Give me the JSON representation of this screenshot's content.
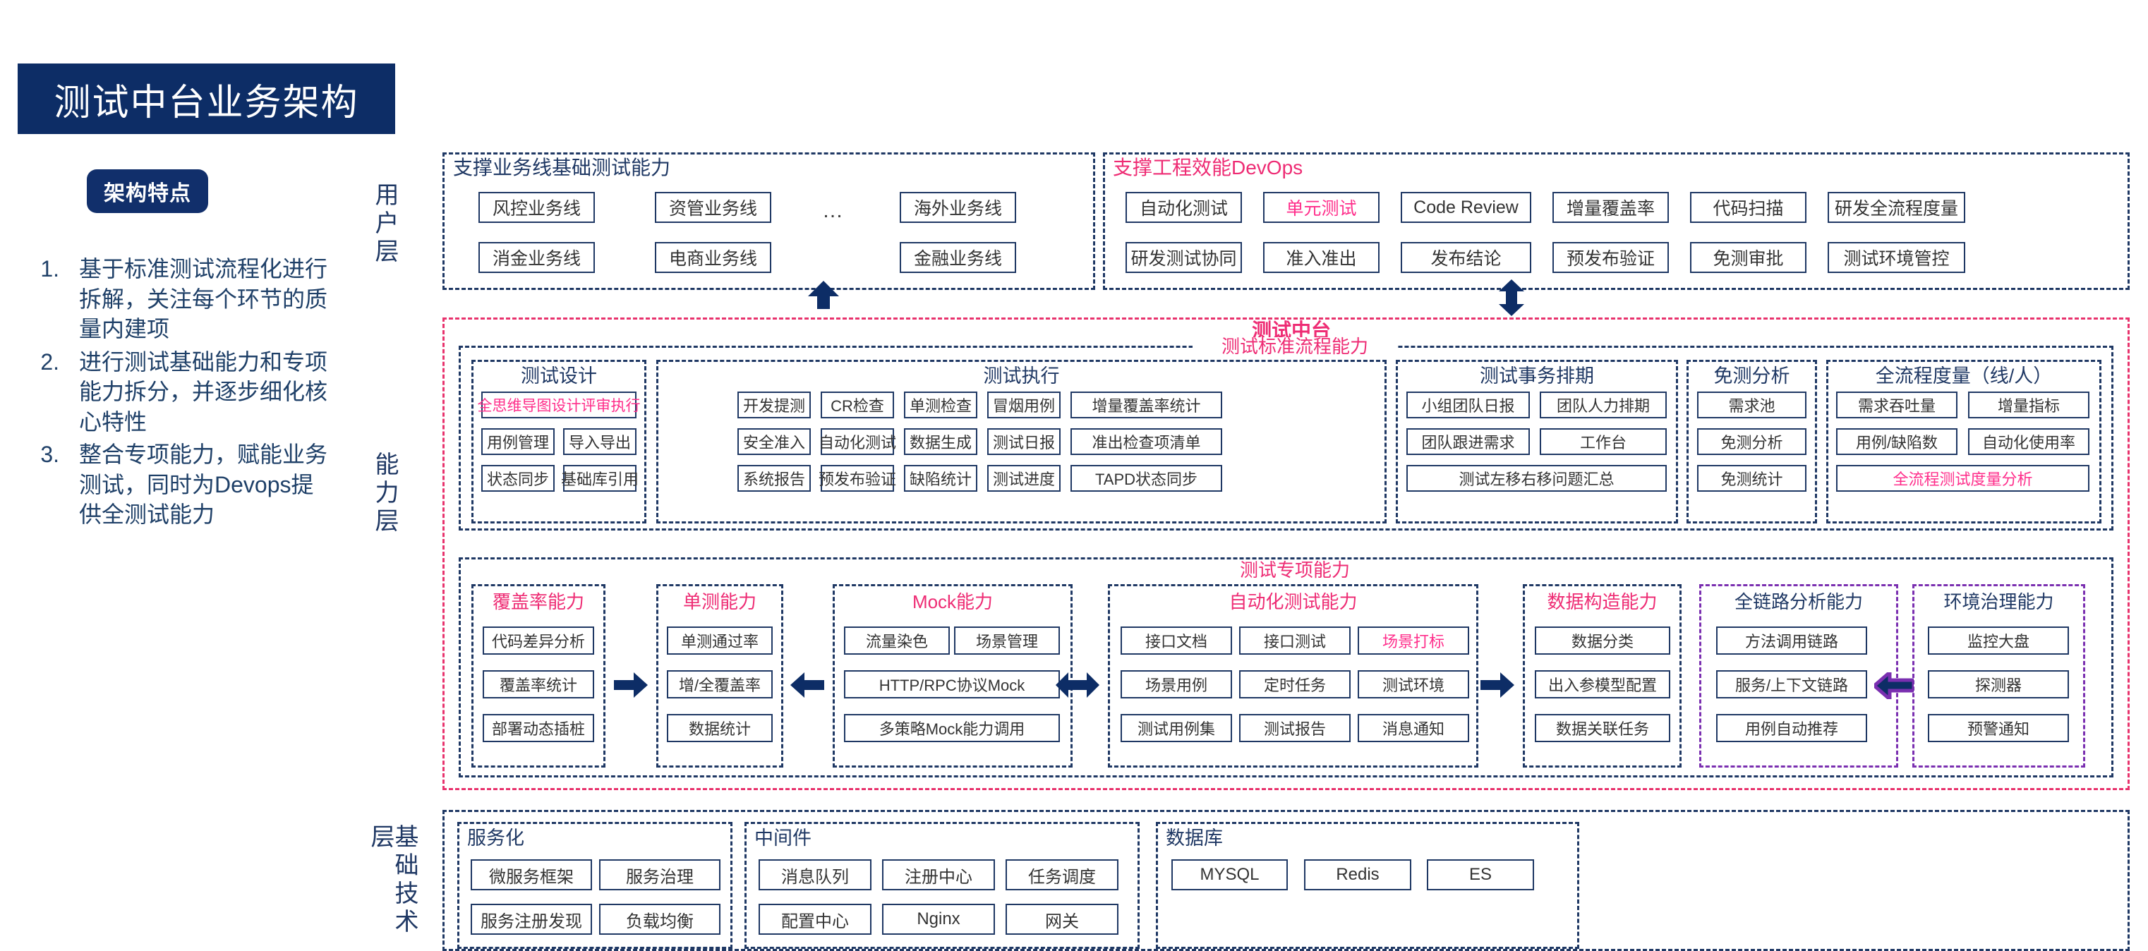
{
  "title": "测试中台业务架构",
  "feature_pill": "架构特点",
  "features": [
    {
      "num": "1.",
      "text": "基于标准测试流程化进行拆解，关注每个环节的质量内建项"
    },
    {
      "num": "2.",
      "text": "进行测试基础能力和专项能力拆分，并逐步细化核心特性"
    },
    {
      "num": "3.",
      "text": "整合专项能力，赋能业务测试，同时为Devops提供全测试能力"
    }
  ],
  "layers": {
    "user": "用户层",
    "ability": "能力层",
    "infra": "基础技术层"
  },
  "user_layer": {
    "business": {
      "title": "支撑业务线基础测试能力",
      "ellipsis": "…",
      "row1": [
        "风控业务线",
        "资管业务线",
        "海外业务线"
      ],
      "row2": [
        "消金业务线",
        "电商业务线",
        "金融业务线"
      ]
    },
    "devops": {
      "title": "支撑工程效能DevOps",
      "row1": [
        "自动化测试",
        "单元测试",
        "Code Review",
        "增量覆盖率",
        "代码扫描",
        "研发全流程度量"
      ],
      "row1_pink_index": 1,
      "row2": [
        "研发测试协同",
        "准入准出",
        "发布结论",
        "预发布验证",
        "免测审批",
        "测试环境管控"
      ]
    }
  },
  "middle": {
    "title": "测试中台",
    "standard_process": {
      "title": "测试标准流程能力",
      "groups": [
        {
          "name": "测试设计",
          "cells": [
            "全思维导图设计评审执行",
            "用例管理",
            "导入导出",
            "状态同步",
            "基础库引用"
          ],
          "pink_cells": [
            "全思维导图设计评审执行"
          ]
        },
        {
          "name": "测试执行",
          "cells": [
            "开发提测",
            "CR检查",
            "单测检查",
            "冒烟用例",
            "增量覆盖率统计",
            "安全准入",
            "自动化测试",
            "数据生成",
            "测试日报",
            "准出检查项清单",
            "系统报告",
            "预发布验证",
            "缺陷统计",
            "测试进度",
            "TAPD状态同步"
          ]
        },
        {
          "name": "测试事务排期",
          "cells": [
            "小组团队日报",
            "团队人力排期",
            "团队跟进需求",
            "工作台",
            "测试左移右移问题汇总"
          ]
        },
        {
          "name": "免测分析",
          "cells": [
            "需求池",
            "免测分析",
            "免测统计"
          ]
        },
        {
          "name": "全流程度量（线/人）",
          "cells": [
            "需求吞吐量",
            "增量指标",
            "用例/缺陷数",
            "自动化使用率",
            "全流程测试度量分析"
          ],
          "pink_cells": [
            "全流程测试度量分析"
          ]
        }
      ]
    },
    "special_ability": {
      "title": "测试专项能力",
      "groups": [
        {
          "name": "覆盖率能力",
          "title_color": "pink",
          "border": "navy",
          "cells": [
            "代码差异分析",
            "覆盖率统计",
            "部署动态插桩"
          ]
        },
        {
          "name": "单测能力",
          "title_color": "pink",
          "border": "navy",
          "cells": [
            "单测通过率",
            "增/全覆盖率",
            "数据统计"
          ]
        },
        {
          "name": "Mock能力",
          "title_color": "pink",
          "border": "navy",
          "cells": [
            "流量染色",
            "场景管理",
            "HTTP/RPC协议Mock",
            "多策略Mock能力调用"
          ]
        },
        {
          "name": "自动化测试能力",
          "title_color": "pink",
          "border": "navy",
          "cells": [
            "接口文档",
            "接口测试",
            "场景打标",
            "场景用例",
            "定时任务",
            "测试环境",
            "测试用例集",
            "测试报告",
            "消息通知"
          ],
          "pink_cells": [
            "场景打标"
          ]
        },
        {
          "name": "数据构造能力",
          "title_color": "pink",
          "border": "navy",
          "cells": [
            "数据分类",
            "出入参模型配置",
            "数据关联任务"
          ]
        },
        {
          "name": "全链路分析能力",
          "title_color": "navy",
          "border": "purple",
          "cells": [
            "方法调用链路",
            "服务/上下文链路",
            "用例自动推荐"
          ]
        },
        {
          "name": "环境治理能力",
          "title_color": "navy",
          "border": "purple",
          "cells": [
            "监控大盘",
            "探测器",
            "预警通知"
          ]
        }
      ]
    }
  },
  "infra_layer": {
    "groups": [
      {
        "title": "服务化",
        "row1": [
          "微服务框架",
          "服务治理"
        ],
        "row2": [
          "服务注册发现",
          "负载均衡"
        ]
      },
      {
        "title": "中间件",
        "row1": [
          "消息队列",
          "注册中心",
          "任务调度"
        ],
        "row2": [
          "配置中心",
          "Nginx",
          "网关"
        ]
      },
      {
        "title": "数据库",
        "row1": [
          "MYSQL",
          "Redis",
          "ES"
        ],
        "row2": []
      }
    ]
  },
  "colors": {
    "navy": "#1f3864",
    "banner": "#0d2d66",
    "pink": "#ee2c74",
    "purple": "#7a2fb0",
    "cell_text": "#333333"
  }
}
